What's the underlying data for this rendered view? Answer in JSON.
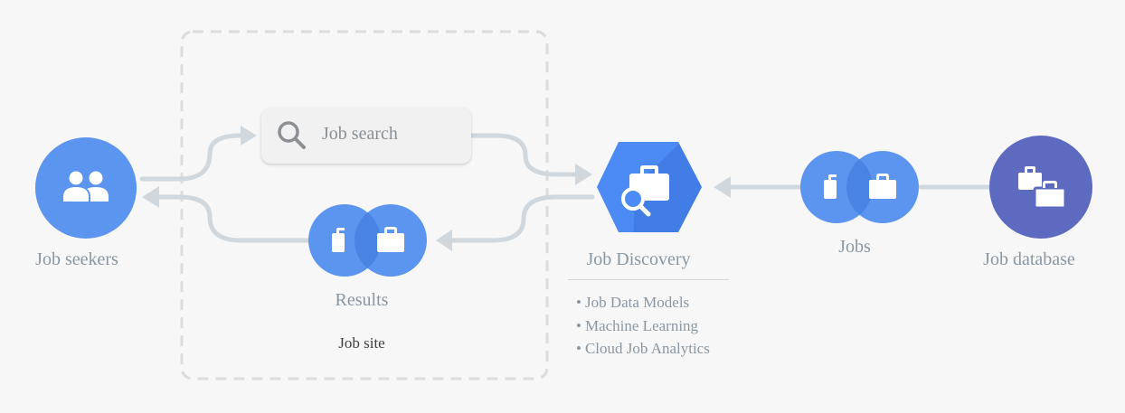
{
  "nodes": {
    "job_seekers": {
      "label": "Job seekers",
      "icon": "people-icon"
    },
    "job_search": {
      "label": "Job search",
      "icon": "search-icon"
    },
    "results": {
      "label": "Results",
      "icon": "briefcase-icon"
    },
    "job_site": {
      "label": "Job site"
    },
    "job_discovery": {
      "label": "Job Discovery",
      "icon": "job-discovery-icon",
      "features": [
        "Job Data Models",
        "Machine Learning",
        "Cloud Job Analytics"
      ]
    },
    "jobs": {
      "label": "Jobs",
      "icon": "briefcase-icon"
    },
    "job_database": {
      "label": "Job database",
      "icon": "briefcase-stack-icon"
    }
  },
  "colors": {
    "background": "#f7f7f7",
    "node_blue": "#5b95f0",
    "node_blue_overlap": "#4a84e2",
    "hex_blue": "#4c8bf5",
    "hex_shadow": "#3a73d8",
    "database_purple": "#5c6bc0",
    "connector": "#d0d8de",
    "label_gray": "#8a97a3",
    "dashed_border": "#dcdcdc"
  }
}
